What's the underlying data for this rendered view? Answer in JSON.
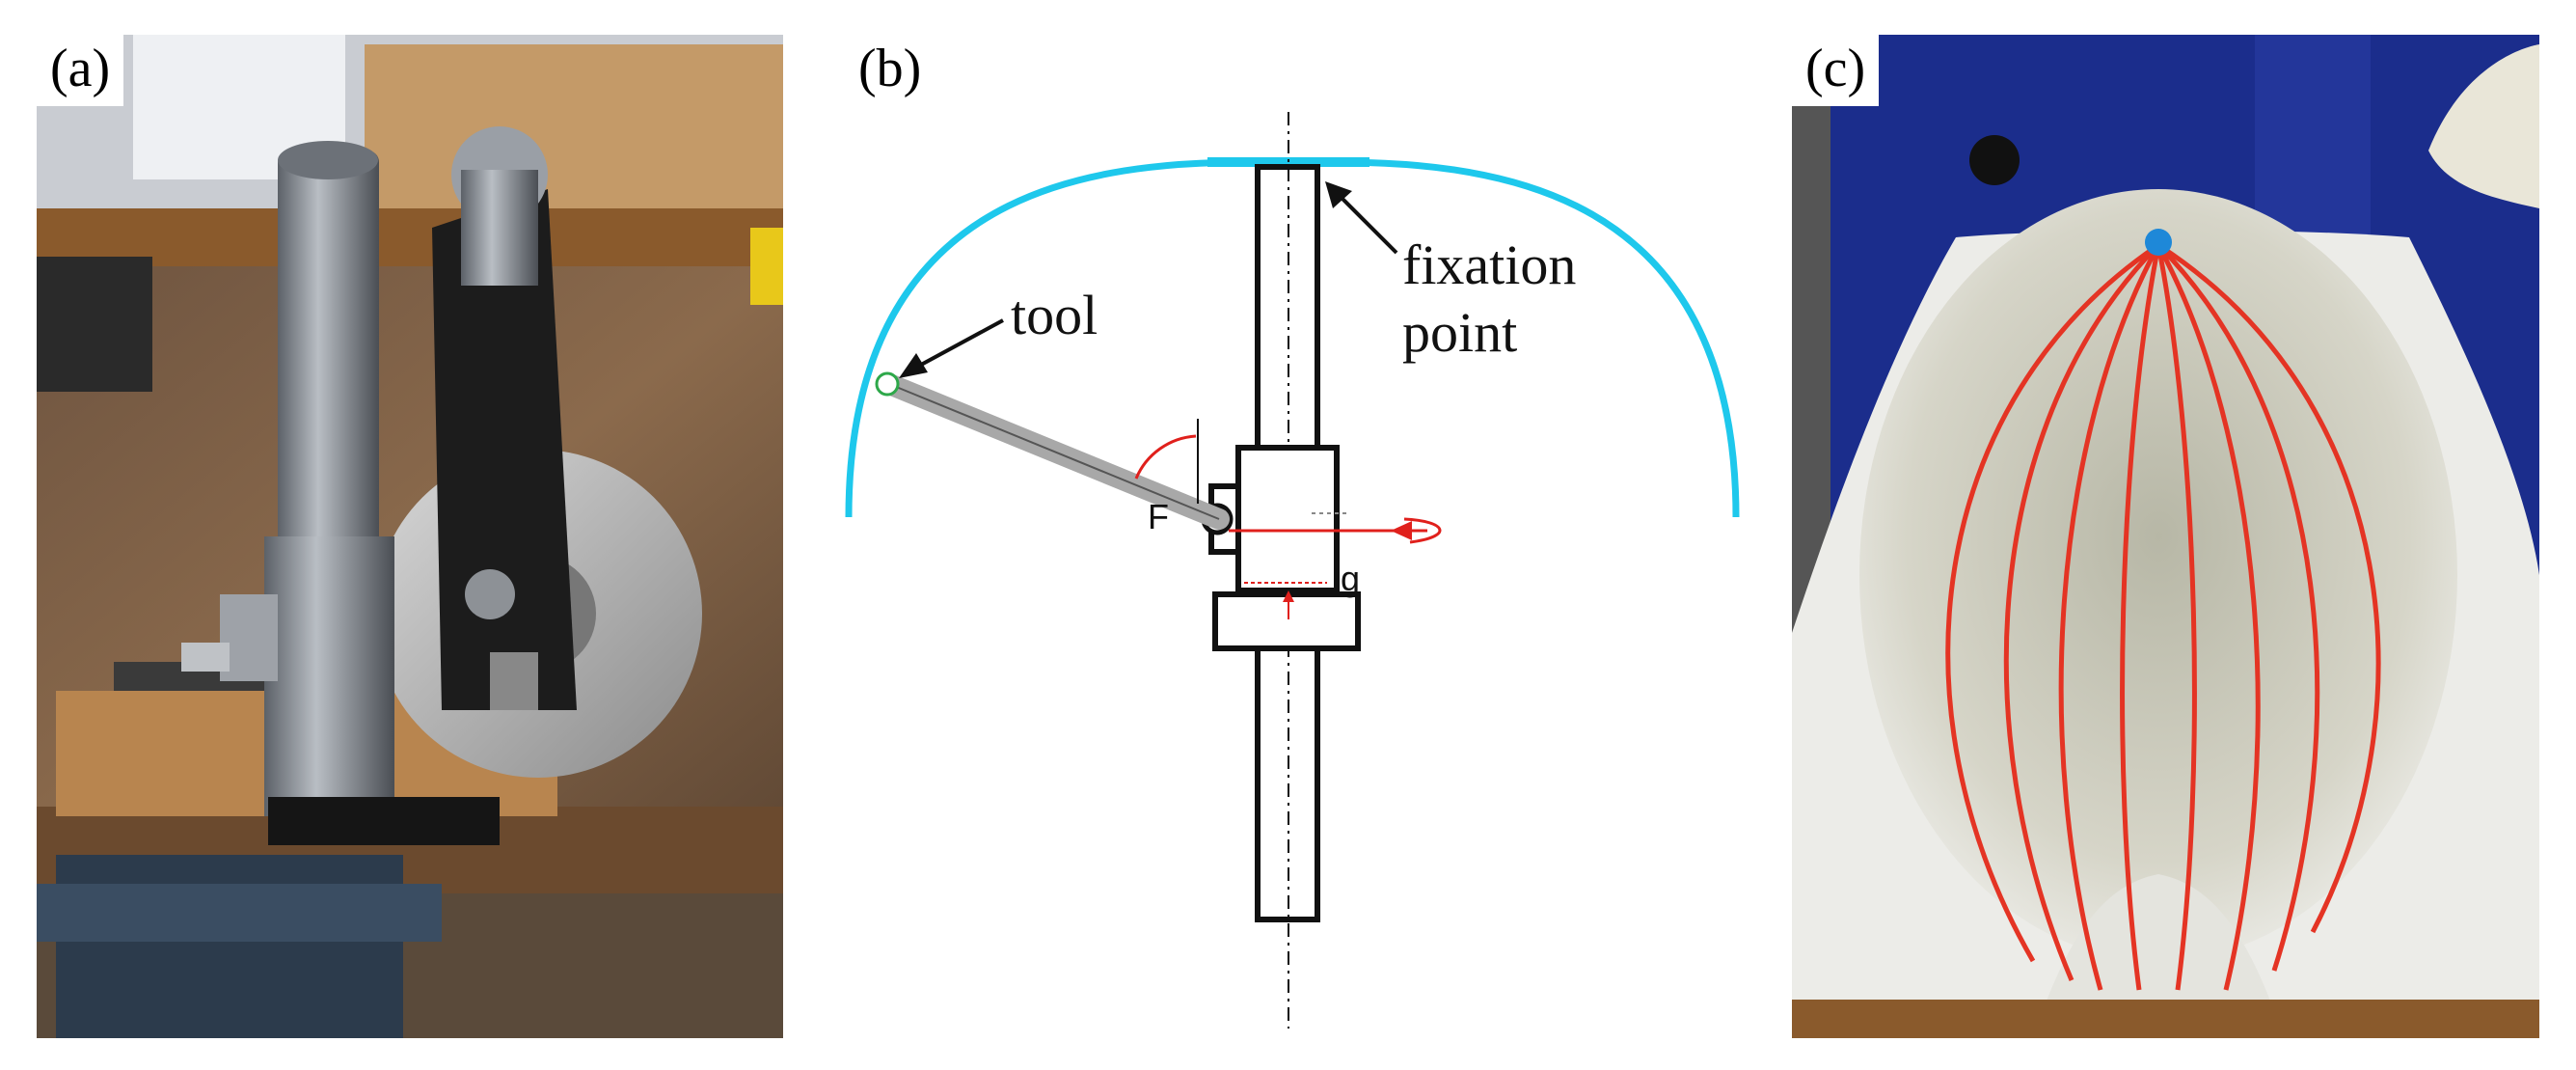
{
  "panels": [
    {
      "label": "(a)",
      "kind": "photo",
      "photo": "test-rig-photo"
    },
    {
      "label": "(b)",
      "kind": "diagram",
      "diagram": {
        "labels": {
          "tool": "tool",
          "fixation_line1": "fixation",
          "fixation_line2": "point",
          "force": "F",
          "gravity": "g"
        },
        "colors": {
          "dome": "#1ec8ec",
          "fixation_bar": "#1ec8ec",
          "arrow_red": "#e0201c",
          "structure": "#111111",
          "tool_rod": "#a8a8a8",
          "tool_tip": "#2ea84a"
        }
      }
    },
    {
      "label": "(c)",
      "kind": "photo",
      "photo": "dome-preform-photo"
    }
  ]
}
